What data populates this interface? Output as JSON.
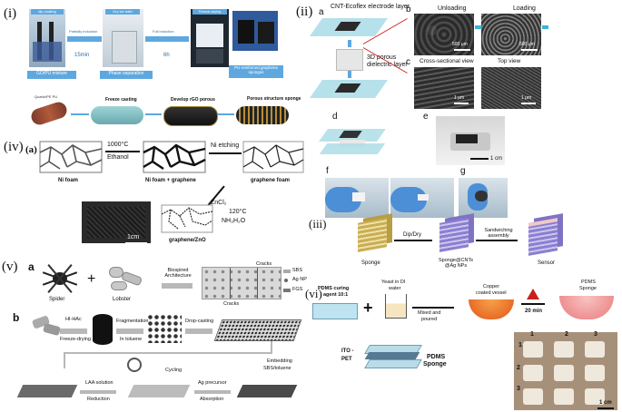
{
  "colors": {
    "accent_blue": "#5ea8df",
    "sponge_purple": "#9b8fd6",
    "sponge_yellow": "#d6c06a",
    "arrow_red": "#c8201c"
  },
  "panel_i": {
    "label": "(i)",
    "step_labels": [
      "dip-coating",
      "Dry ice bath",
      "Freeze-drying"
    ],
    "arrows": [
      {
        "label": "Partially induction",
        "time": "15min"
      },
      {
        "label": "Full induction",
        "time": "6h"
      }
    ],
    "boxes": [
      "GO/PU mixture",
      "Phase separation",
      "PU-reinforced graphene sponges"
    ],
    "bottom_labels": [
      "Freeze casting",
      "Develop rGO porous",
      "Porous structure sponge"
    ],
    "roll_label": "Quartz/PE PU"
  },
  "panel_ii": {
    "label": "(ii)",
    "a": "a",
    "layer_top": "CNT-Ecoflex electrode layer",
    "layer_mid": "3D porous dielectric layer",
    "b": "b",
    "b_unloading": "Unloading",
    "b_loading": "Loading",
    "b_scale": "500 μm",
    "c": "c",
    "c_cross": "Cross-sectional view",
    "c_top": "Top view",
    "c_scale": "1 μm",
    "d": "d",
    "e": "e",
    "e_scale": "1 cm",
    "f": "f",
    "g": "g"
  },
  "panel_iv": {
    "label": "(iv)",
    "sub": "(a)",
    "temp": "1000°C",
    "gas": "Ethanol",
    "etch": "Ni etching",
    "labels": [
      "Ni foam",
      "Ni foam + graphene",
      "graphene foam",
      "graphene/ZnO"
    ],
    "reagent1": "ZnCl₂",
    "reagent2": "120°C",
    "reagent3": "NH₃H₂O",
    "scale": "1cm"
  },
  "panel_iii": {
    "label": "(iii)",
    "steps": [
      "Sponge",
      "Sponge@CNTs @Ag NPs",
      "Sensor"
    ],
    "arrow1": "Dip/Dry",
    "arrow2": "Sandwiching assembly"
  },
  "panel_v": {
    "label": "(v)",
    "a": "a",
    "b": "b",
    "spider": "Spider",
    "lobster": "Lobster",
    "bio": "Biospired Architecture",
    "cracks_top": "Cracks",
    "cracks_bottom": "Cracks",
    "legend": [
      "SBS",
      "Ag NP",
      "FGS"
    ],
    "hi": "HI-HAc",
    "freeze": "Freeze-drying",
    "frag": "Fragmentation",
    "toluene": "In toluene",
    "drop": "Drop-casting",
    "embed": "Embedding",
    "sbs": "SBS/toluene",
    "cycling": "Cycling",
    "laa": "LAA solution",
    "reduction": "Reduction",
    "ag": "Ag precursor",
    "absorption": "Absorption"
  },
  "panel_vi": {
    "label": "(vi)",
    "pdms_cure": "PDMS curing",
    "agent": "agent 10:1",
    "yeast": "Yeast in DI",
    "water": "water",
    "mixed": "Mixed and",
    "poured": "poured",
    "copper": "Copper",
    "coated": "coated vessel",
    "time": "20 min",
    "pdms": "PDMS",
    "sponge": "Sponge",
    "ito": "ITO -",
    "pet": "PET",
    "pdms2": "PDMS",
    "sponge2": "Sponge",
    "grid_rows": [
      "1",
      "2",
      "3"
    ],
    "grid_cols": [
      "1",
      "2",
      "3"
    ],
    "scale": "1 cm"
  }
}
